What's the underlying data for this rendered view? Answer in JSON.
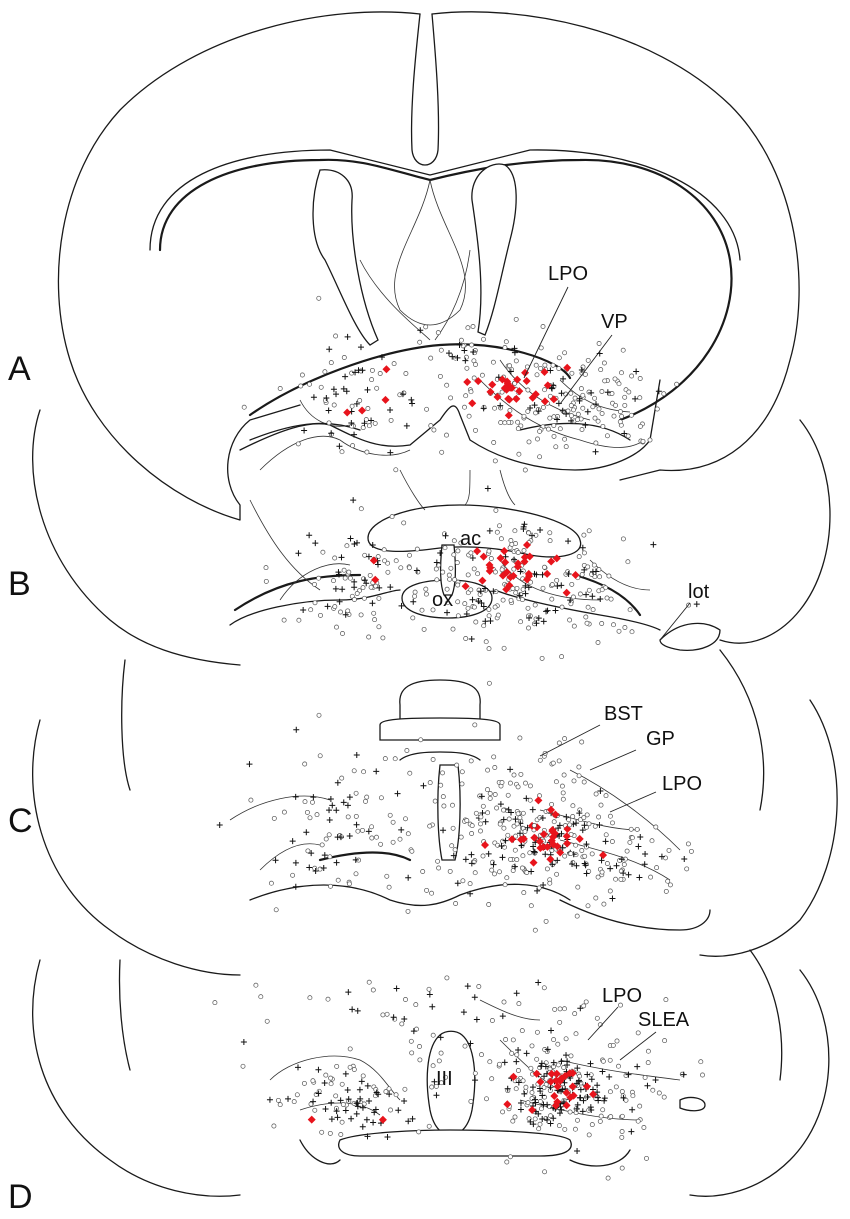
{
  "panels": [
    {
      "id": "A",
      "label": "A"
    },
    {
      "id": "B",
      "label": "B"
    },
    {
      "id": "C",
      "label": "C"
    },
    {
      "id": "D",
      "label": "D"
    }
  ],
  "regions": {
    "A": [
      "LPO",
      "VP"
    ],
    "B": [
      "ac",
      "ox",
      "lot"
    ],
    "C": [
      "BST",
      "GP",
      "LPO"
    ],
    "D": [
      "LPO",
      "SLEA",
      "III"
    ]
  },
  "markers": {
    "open_circle": {
      "shape": "circle",
      "fill": "#ffffff",
      "stroke": "#555555"
    },
    "cross": {
      "shape": "plus",
      "color": "#111111"
    },
    "filled_red": {
      "shape": "diamond",
      "color": "#e8141c"
    }
  }
}
